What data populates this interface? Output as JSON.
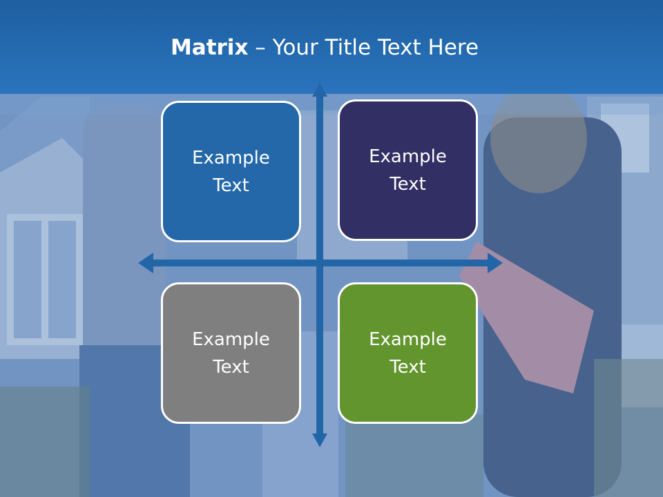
{
  "slide": {
    "title_bold": "Matrix",
    "title_rest": " – Your Title Text Here"
  },
  "matrix": {
    "quadrants": [
      {
        "id": "top-left",
        "line1": "Example",
        "line2": "Text",
        "color": "#2468aa"
      },
      {
        "id": "top-right",
        "line1": "Example",
        "line2": "Text",
        "color": "#312f64"
      },
      {
        "id": "bottom-left",
        "line1": "Example",
        "line2": "Text",
        "color": "#7f7f7f"
      },
      {
        "id": "bottom-right",
        "line1": "Example",
        "line2": "Text",
        "color": "#63952e"
      }
    ],
    "arrow_color": "#2366a8"
  },
  "colors": {
    "title_bar": "#1e5fa0",
    "background_tint": "#6f8fb8"
  }
}
